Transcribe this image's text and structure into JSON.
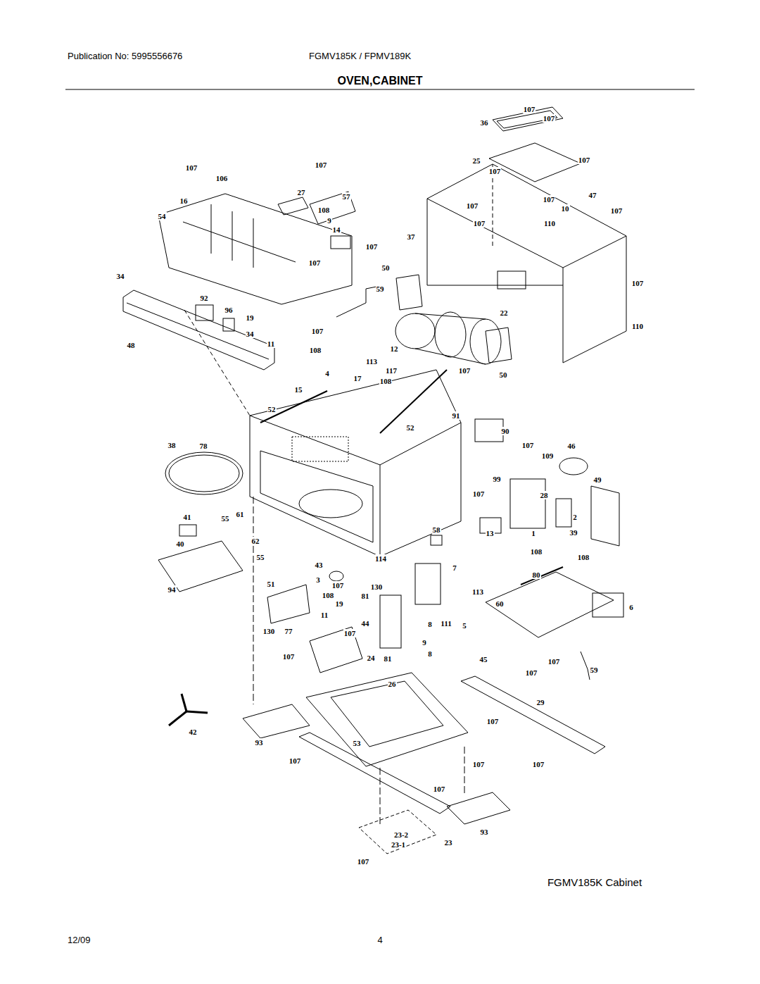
{
  "diagram": {
    "title": "OVEN,CABINET",
    "caption": "FGMV185K Cabinet",
    "labels": [
      "Publication No: 5995556676",
      "FGMV185K / FPMV189K",
      "12/09",
      "4",
      "107",
      "107",
      "36",
      "107",
      "106",
      "16",
      "54",
      "107",
      "27",
      "57",
      "108",
      "9",
      "14",
      "107",
      "107",
      "25",
      "107",
      "107",
      "107",
      "107",
      "47",
      "10",
      "107",
      "107",
      "110",
      "37",
      "34",
      "92",
      "96",
      "19",
      "34",
      "11",
      "48",
      "107",
      "59",
      "50",
      "107",
      "22",
      "110",
      "108",
      "113",
      "12",
      "4",
      "17",
      "108",
      "117",
      "107",
      "50",
      "15",
      "52",
      "52",
      "91",
      "90",
      "38",
      "78",
      "107",
      "109",
      "46",
      "99",
      "107",
      "28",
      "49",
      "41",
      "55",
      "61",
      "40",
      "58",
      "13",
      "1",
      "2",
      "39",
      "62",
      "108",
      "108",
      "55",
      "114",
      "43",
      "7",
      "94",
      "3",
      "51",
      "107",
      "130",
      "80",
      "108",
      "81",
      "113",
      "19",
      "60",
      "6",
      "11",
      "44",
      "8",
      "111",
      "5",
      "130",
      "77",
      "107",
      "9",
      "8",
      "107",
      "24",
      "81",
      "45",
      "107",
      "107",
      "59",
      "26",
      "29",
      "107",
      "42",
      "93",
      "53",
      "107",
      "107",
      "107",
      "107",
      "93",
      "23-2",
      "23-1",
      "23",
      "107"
    ]
  }
}
